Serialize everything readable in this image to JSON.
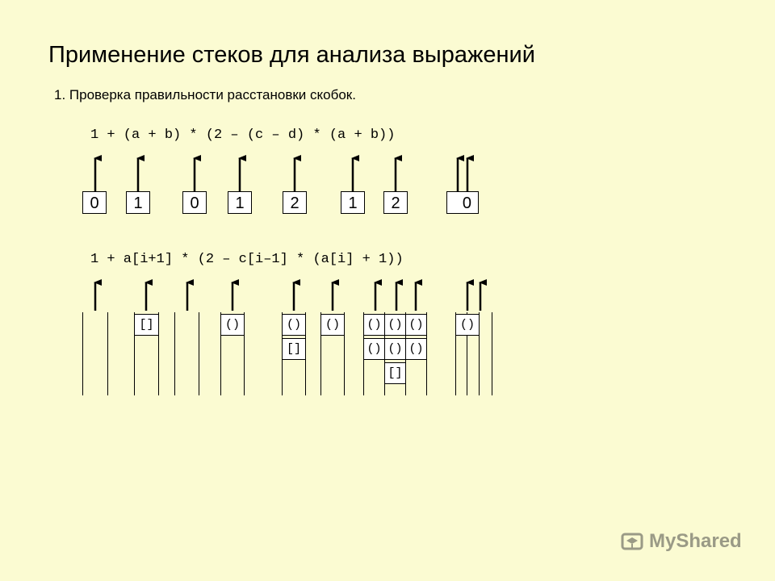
{
  "slide": {
    "title": "Применение стеков для анализа выражений",
    "subtitle": "1. Проверка правильности расстановки скобок."
  },
  "example1": {
    "expression": "1 + (a + b) * (2 – (c – d) * (a + b))",
    "counters": [
      "0",
      "1",
      "0",
      "1",
      "2",
      "1",
      "2",
      "0"
    ]
  },
  "example2": {
    "expression": "1 + a[i+1] * (2 – c[i–1] * (a[i] + 1))",
    "stack_cells": [
      "[]",
      "()",
      "()",
      "[]",
      "()",
      "()",
      "()",
      "()",
      "()",
      "()",
      "[]",
      "()"
    ]
  },
  "watermark": {
    "text": "MyShared",
    "icon": "mortarboard-icon"
  }
}
